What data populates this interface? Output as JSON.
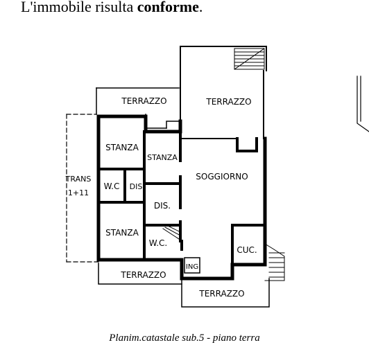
{
  "document": {
    "intro_text": "L'immobile risulta ",
    "intro_bold": "conforme",
    "intro_end": ".",
    "caption": "Planim.catastale sub.5 - piano terra"
  },
  "plan": {
    "labels": {
      "terrazzo_top_left": "TERRAZZO",
      "terrazzo_top_right": "TERRAZZO",
      "stanza_upper": "STANZA",
      "stanza_middle": "STANZA",
      "trans": "TRANS",
      "trans_num": "1+11",
      "wc_left": "W.C",
      "dis_small": "DIS",
      "dis": "DIS.",
      "soggiorno": "SOGGIORNO",
      "stanza_lower": "STANZA",
      "wc_lower": "W.C.",
      "cuc": "CUC.",
      "ing": "ING",
      "terrazzo_bottom_left": "TERRAZZO",
      "terrazzo_bottom_right": "TERRAZZO"
    }
  }
}
